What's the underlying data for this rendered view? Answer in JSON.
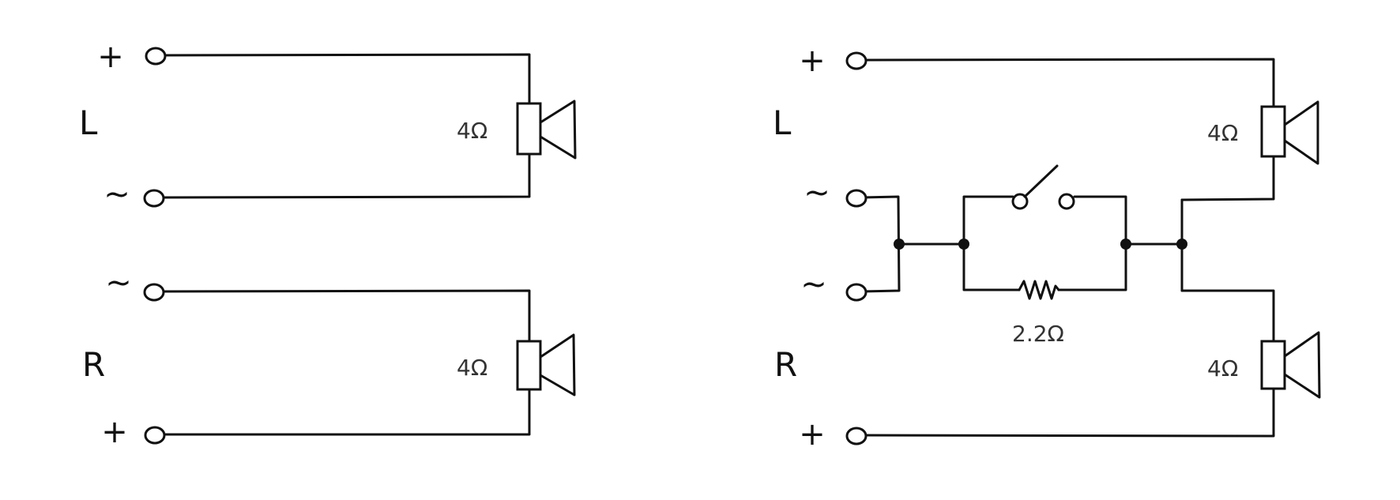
{
  "colors": {
    "background": "#ffffff",
    "ink": "#111111",
    "label": "#333333"
  },
  "left_circuit": {
    "channel_left": "L",
    "channel_right": "R",
    "terminal_L_top": "+",
    "terminal_L_bottom": "~",
    "terminal_R_top": "~",
    "terminal_R_bottom": "+",
    "speaker_L_impedance": "4Ω",
    "speaker_R_impedance": "4Ω"
  },
  "right_circuit": {
    "channel_left": "L",
    "channel_right": "R",
    "terminal_L_top": "+",
    "terminal_L_bottom": "~",
    "terminal_R_top": "~",
    "terminal_R_bottom": "+",
    "speaker_L_impedance": "4Ω",
    "speaker_R_impedance": "4Ω",
    "resistor_value": "2.2Ω"
  },
  "icons": [
    "speaker-icon",
    "switch-icon",
    "resistor-icon",
    "terminal-icon"
  ]
}
